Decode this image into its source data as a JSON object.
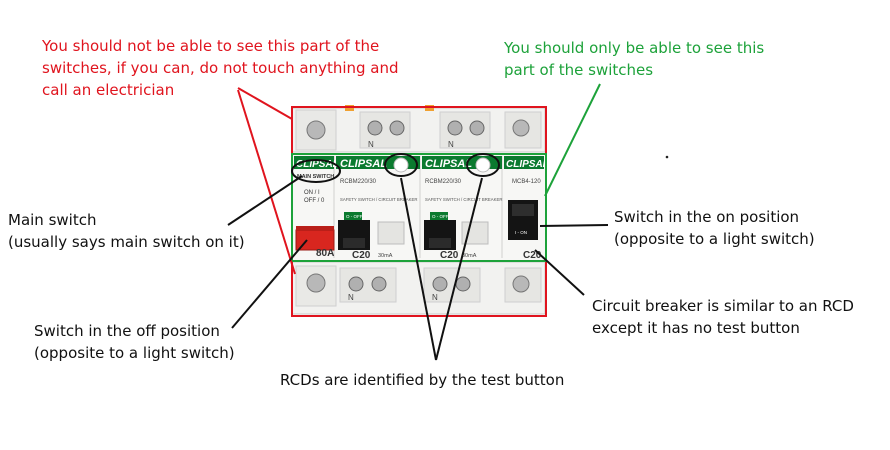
{
  "colors": {
    "warning": "#e0141e",
    "safe": "#1da23a",
    "brand": "#0b7a2f",
    "toggle_off": "#d8261f"
  },
  "annotations": {
    "hidden_warning": [
      "You should not be able to see this part of the",
      "switches, if you can, do not touch anything and",
      "call an electrician"
    ],
    "visible_part": [
      "You should only be able to see this",
      "part of the switches"
    ],
    "main_switch": [
      "Main switch",
      "(usually says main switch on it)"
    ],
    "switch_on": [
      "Switch in the on position",
      "(opposite to a light switch)"
    ],
    "switch_off": [
      "Switch in the off position",
      "(opposite to a light switch)"
    ],
    "circuit_breaker": [
      "Circuit breaker is similar to an RCD",
      "except it has no test button"
    ],
    "rcd": "RCDs are identified by the test button"
  },
  "board": {
    "brand": "CLIPSAL",
    "main_switch": {
      "label": "MAIN SWITCH",
      "on": "ON / I",
      "off": "OFF / 0",
      "rating": "80A"
    },
    "rcbo_1": {
      "model": "RCBM220/30",
      "subtitle": "SAFETY SWITCH / CIRCUIT BREAKER",
      "rating": "C20",
      "trip": "30mA",
      "toggle": "O - OFF"
    },
    "rcbo_2": {
      "model": "RCBM220/30",
      "subtitle": "SAFETY SWITCH / CIRCUIT BREAKER",
      "rating": "C20",
      "trip": "30mA",
      "toggle": "O - OFF"
    },
    "mcb": {
      "model": "MCB4-120",
      "rating": "C20",
      "toggle": "I - ON"
    },
    "terminal_n": "N"
  }
}
